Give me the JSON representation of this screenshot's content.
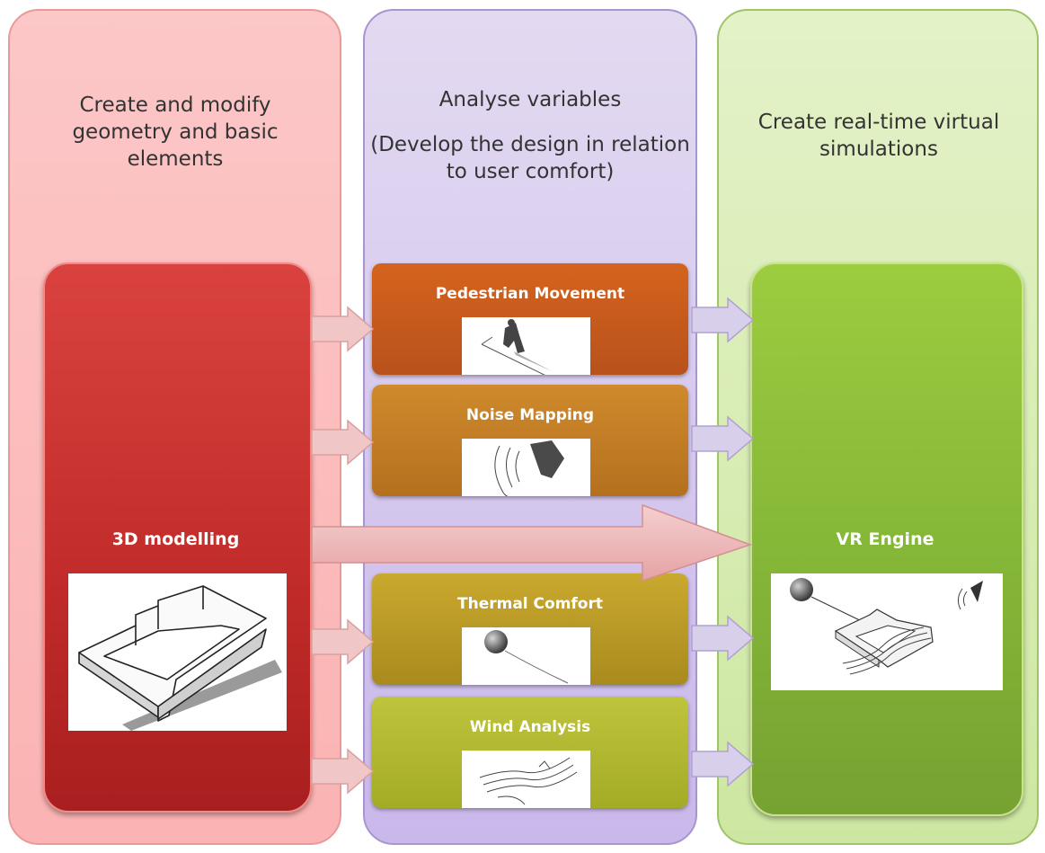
{
  "columns": {
    "left": {
      "heading": "Create and modify geometry and basic elements"
    },
    "middle": {
      "heading": "Analyse variables",
      "subheading": "(Develop the design in relation to user comfort)"
    },
    "right": {
      "heading": "Create real-time virtual simulations"
    }
  },
  "source_box": {
    "label": "3D modelling"
  },
  "analysis_boxes": [
    {
      "label": "Pedestrian Movement"
    },
    {
      "label": "Noise Mapping"
    },
    {
      "label": "Thermal Comfort"
    },
    {
      "label": "Wind Analysis"
    }
  ],
  "target_box": {
    "label": "VR Engine"
  },
  "colors": {
    "left_panel": "#fbb3b3",
    "middle_panel": "#c9b8ea",
    "right_panel": "#cde7a2",
    "modelling_box": "#c02b29",
    "vr_box": "#86b838"
  }
}
